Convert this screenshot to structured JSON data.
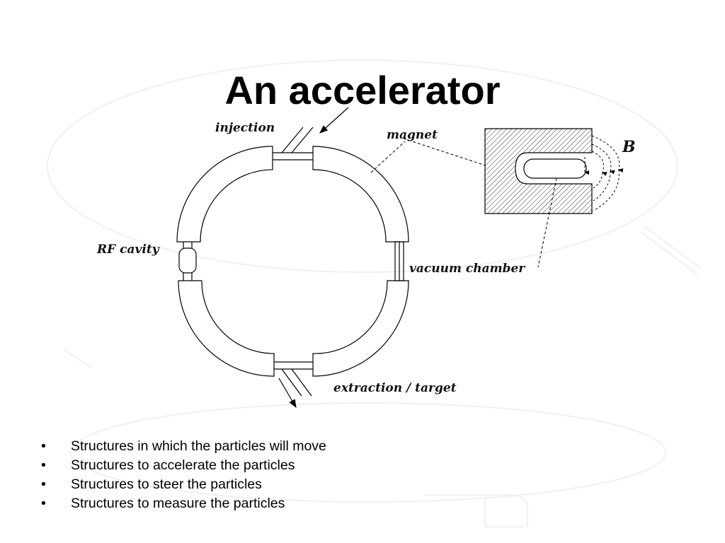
{
  "slide": {
    "title": "An accelerator"
  },
  "diagram": {
    "labels": {
      "injection": "injection",
      "magnet": "magnet",
      "b_field": "B",
      "rf_cavity": "RF cavity",
      "vacuum_chamber": "vacuum chamber",
      "extraction": "extraction / target"
    }
  },
  "bullets": {
    "marker": "•",
    "items": [
      "Structures in which the particles will move",
      "Structures to accelerate the particles",
      "Structures to steer the particles",
      "Structures to measure the particles"
    ]
  }
}
